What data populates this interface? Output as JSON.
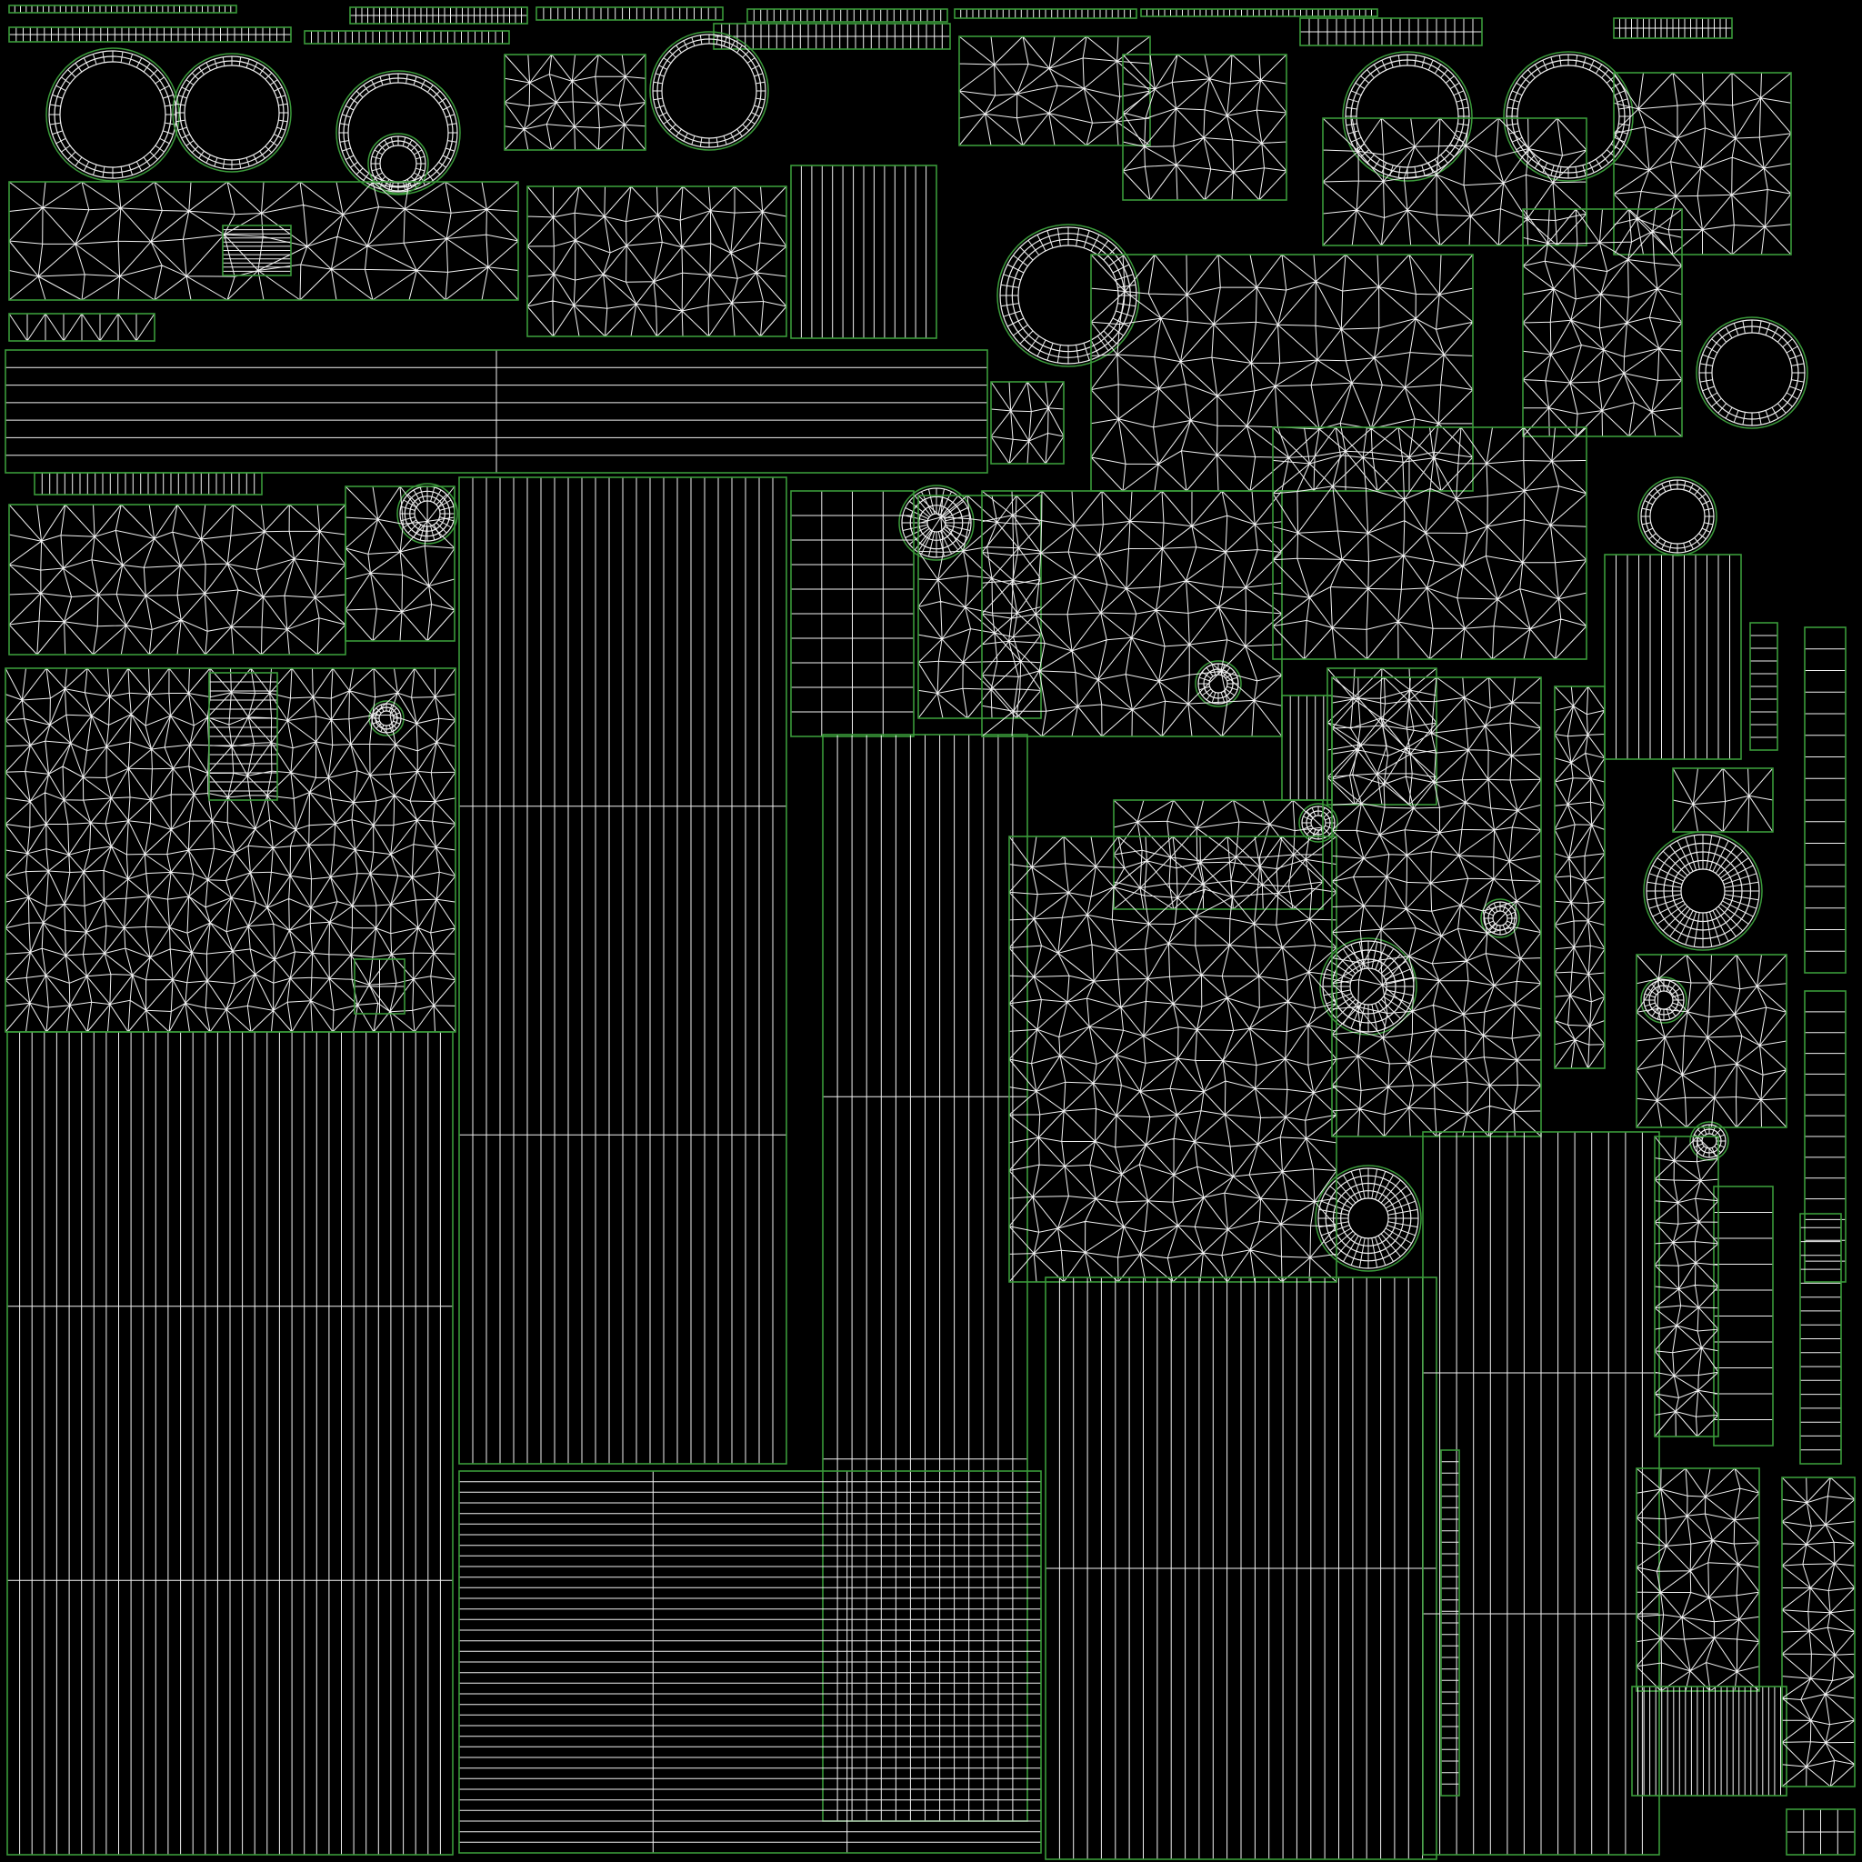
{
  "uv_layout": {
    "colors": {
      "background": "#000000",
      "wireframe": "#f2f2f2",
      "island_border": "#3a9a3a"
    },
    "island_kinds": [
      "quad-strip",
      "triangulated-patch",
      "radial-ring"
    ]
  }
}
